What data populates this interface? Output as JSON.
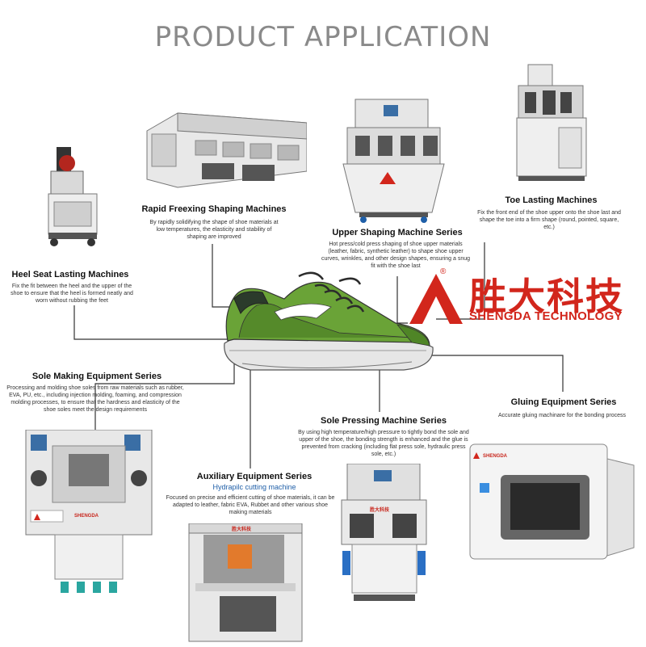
{
  "page_title": "PRODUCT APPLICATION",
  "logo": {
    "cn": "胜大科技",
    "en": "SHENGDA TECHNOLOGY",
    "mark": "®"
  },
  "machines": {
    "heel_seat": {
      "title": "Heel Seat Lasting Machines",
      "desc": "Fix the fit between the heel and the upper of the shoe to ensure that the heel is formed neatly and worn without rubbing the feet"
    },
    "freezing": {
      "title": "Rapid Freexing Shaping Machines",
      "desc": "By rapidly solidifying the shape of shoe materials at low temperatures, the elasticity and stability of shaping are improved"
    },
    "upper": {
      "title": "Upper Shaping Machine Series",
      "desc": "Hot press/cold press shaping of shoe upper materials (leather, fabric, synthetic leather) to shape shoe upper curves, wrinkles, and other design shapes, ensuring a snug fit with the shoe last"
    },
    "toe": {
      "title": "Toe Lasting Machines",
      "desc": "Fix the front end of the shoe upper onto the shoe last and shape the toe into a firm shape (round, pointed, square, etc.)"
    },
    "sole_making": {
      "title": "Sole Making Equipment Series",
      "desc": "Processing and molding shoe soles from raw materials such as rubber, EVA, PU, etc., including injection molding, foaming, and compression molding processes, to ensure that the hardness and elasticity of the shoe soles meet the design requirements"
    },
    "sole_pressing": {
      "title": "Sole Pressing Machine Series",
      "desc": "By using high temperature/high pressure to tightly bond the sole and upper of the shoe, the bonding strength is enhanced and the glue is prevented from cracking (including flat press sole, hydraulic press sole, etc.)"
    },
    "gluing": {
      "title": "Gluing Equipment Series",
      "desc": "Accurate gluing machinare for the bonding process"
    },
    "auxiliary": {
      "title": "Auxiliary Equipment Series",
      "subtitle": "Hydrapilc cutting machine",
      "desc": "Focused on precise and efficient cutting of shoe materials, it can be adapted to leather, fabric EVA, Rubbet and other various shoe making materials"
    }
  },
  "brand_labels": {
    "en": "SHENGDA",
    "cn": "胜大科技"
  },
  "colors": {
    "accent": "#d2261c",
    "shoe_green": "#6aa337",
    "line": "#333333"
  }
}
